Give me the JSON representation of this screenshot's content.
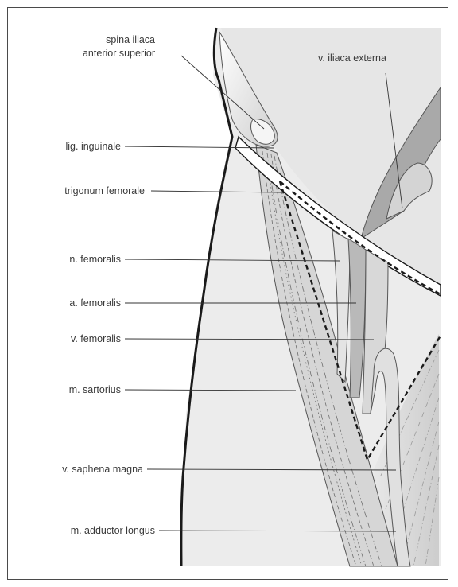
{
  "labels": {
    "asis_line1": "spina iliaca",
    "asis_line2": "anterior superior",
    "v_iliaca_externa": "v. iliaca externa",
    "lig_inguinale": "lig. inguinale",
    "trigonum_femorale": "trigonum femorale",
    "n_femoralis": "n. femoralis",
    "a_femoralis": "a. femoralis",
    "v_femoralis": "v. femoralis",
    "m_sartorius": "m. sartorius",
    "v_saphena_magna": "v. saphena magna",
    "m_adductor_longus": "m. adductor longus"
  },
  "colors": {
    "skin": "#ececec",
    "muscle": "#d9d9d9",
    "muscle_dark": "#c8c8c8",
    "vein": "#a9a9a9",
    "vessel_outline": "#555555",
    "leader_line": "#333333",
    "outline": "#1a1a1a"
  }
}
